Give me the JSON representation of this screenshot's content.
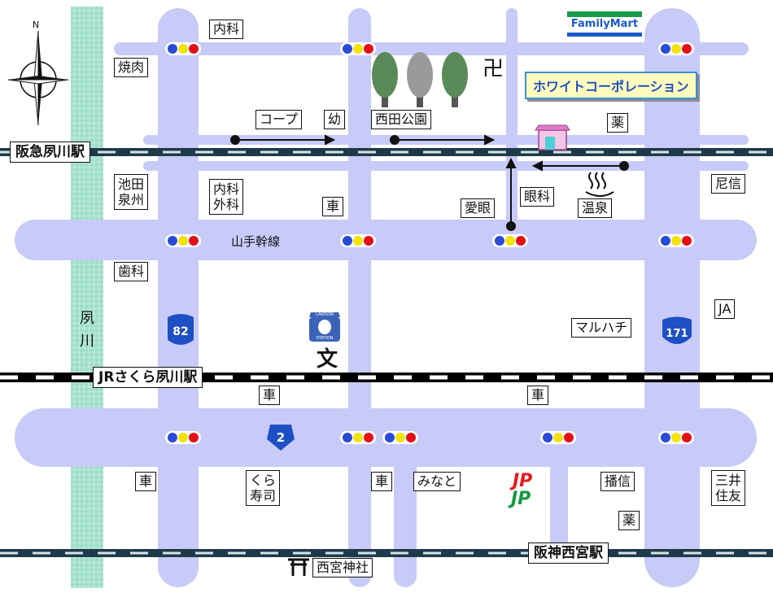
{
  "company": {
    "name": "ホワイトコーポレーション"
  },
  "stations": {
    "hankyu": "阪急夙川駅",
    "jr": "JRさくら夙川駅",
    "hanshin": "阪神西宮駅"
  },
  "roads": {
    "yamate": "山手幹線",
    "route82": "82",
    "route171": "171",
    "route2": "2"
  },
  "river": {
    "name": "夙\n川"
  },
  "park": {
    "name": "西田公園"
  },
  "brands": {
    "familymart": "FamilyMart",
    "lawson_top": "LAWSON",
    "lawson_bottom": "STATION",
    "jp_red": "JP",
    "jp_green": "JP"
  },
  "symbols": {
    "temple": "卍",
    "school": "文",
    "shrine_gate": "⛩"
  },
  "landmarks": {
    "naika_top": "内科",
    "yakiniku": "焼肉",
    "coop": "コープ",
    "kindergarten": "幼",
    "yaku_top": "薬",
    "ikeda_senshu": "池田\n泉州",
    "naika_geka": "内科\n外科",
    "car1": "車",
    "aigan": "愛眼",
    "ganka": "眼科",
    "onsen": "温泉",
    "amashin": "尼信",
    "shika": "歯科",
    "maruhachi": "マルハチ",
    "ja": "JA",
    "car2": "車",
    "car3": "車",
    "car4": "車",
    "kura": "くら\n寿司",
    "car5": "車",
    "minato": "みなと",
    "banshin": "播信",
    "mitsui": "三井\n住友",
    "yaku_bottom": "薬",
    "jinja": "西宮神社"
  },
  "colors": {
    "road": "#c8cbf7",
    "river": "#a9e3cf",
    "rail_dark": "#1e3a4a",
    "rail_light": "#d8e3e6",
    "signal_blue": "#2a4bd6",
    "signal_yellow": "#f2e20e",
    "signal_red": "#e3101a",
    "jp_red": "#e31b1b",
    "jp_green": "#139a3d"
  }
}
